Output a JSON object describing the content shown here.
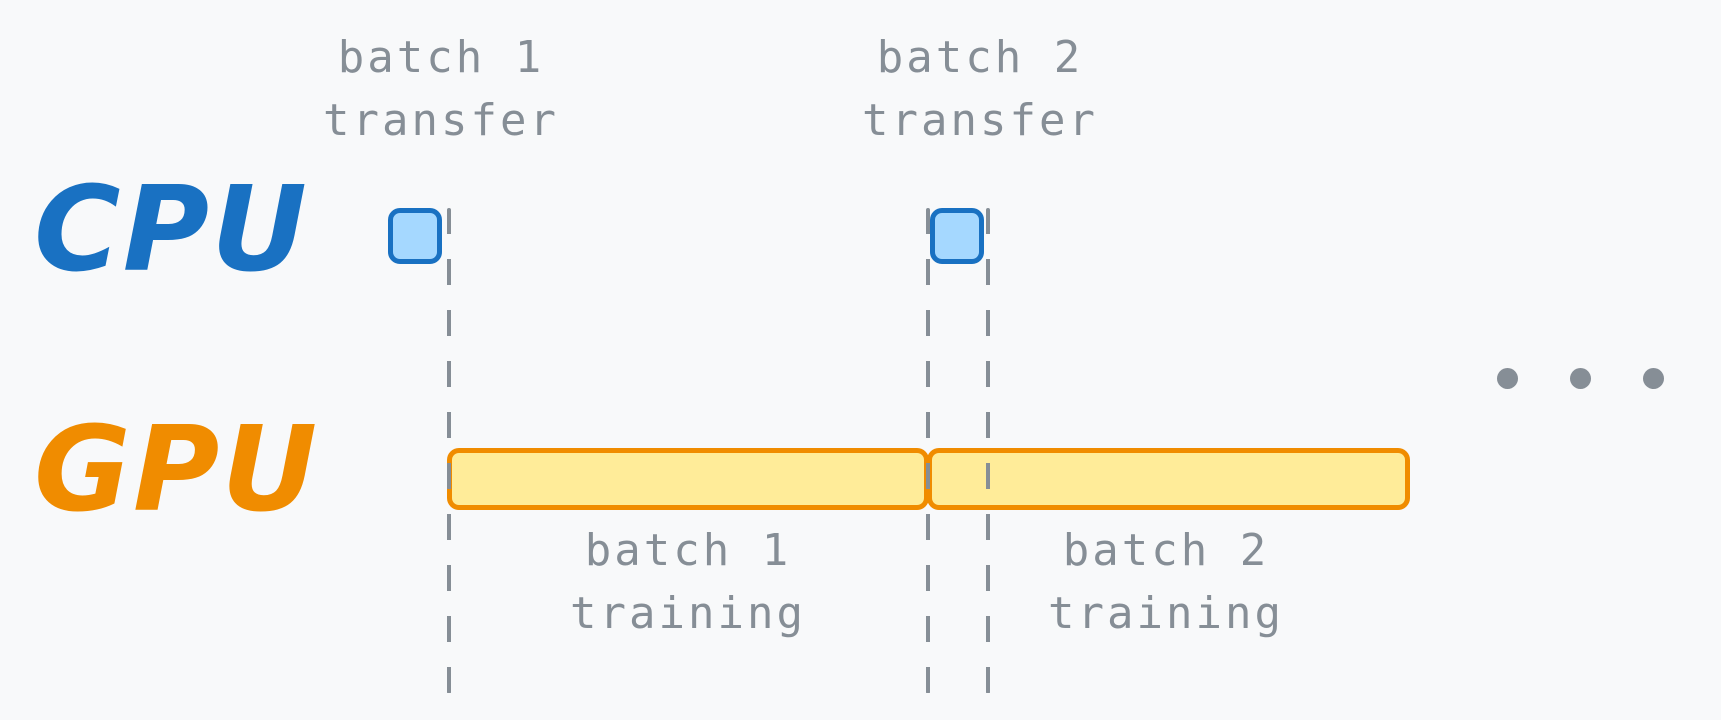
{
  "diagram": {
    "type": "timeline",
    "background": "#f8f9fa",
    "rows": [
      {
        "label": "CPU",
        "color": "#1971c2"
      },
      {
        "label": "GPU",
        "color": "#f08c00"
      }
    ],
    "transfer_boxes": [
      {
        "label_line1": "batch 1",
        "label_line2": "transfer",
        "fill": "#a5d8ff",
        "stroke": "#1971c2"
      },
      {
        "label_line1": "batch 2",
        "label_line2": "transfer",
        "fill": "#a5d8ff",
        "stroke": "#1971c2"
      }
    ],
    "training_bars": [
      {
        "label_line1": "batch 1",
        "label_line2": "training",
        "fill": "#ffec99",
        "stroke": "#f08c00"
      },
      {
        "label_line1": "batch 2",
        "label_line2": "training",
        "fill": "#ffec99",
        "stroke": "#f08c00"
      }
    ],
    "dashed_line_color": "#868e96",
    "text_color": "#868e96",
    "continuation": "..."
  }
}
